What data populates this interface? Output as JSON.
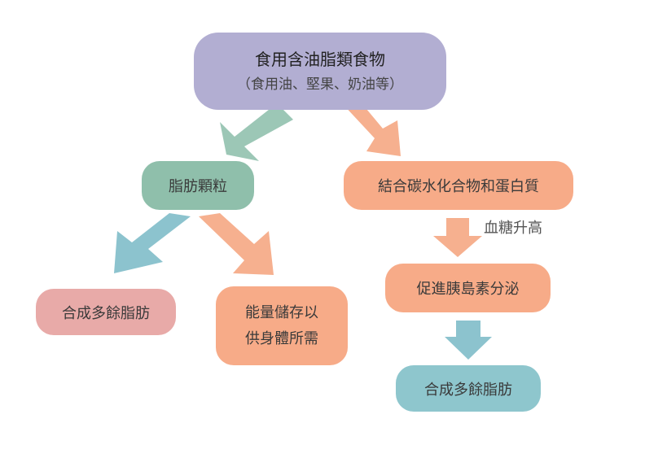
{
  "colors": {
    "top": "#b2aed2",
    "green": "#8fbfab",
    "orange": "#f7ab88",
    "pink": "#e8aaa8",
    "blue": "#8ec6cd",
    "arrow_green": "#9cc7b6",
    "arrow_orange": "#f6b08f",
    "arrow_blue": "#8cc3ce"
  },
  "nodes": {
    "top": {
      "line1": "食用含油脂類食物",
      "line2": "（食用油、堅果、奶油等）"
    },
    "particles": "脂肪顆粒",
    "combine": "結合碳水化合物和蛋白質",
    "fat_left": "合成多餘脂肪",
    "energy": {
      "line1": "能量儲存以",
      "line2": "供身體所需"
    },
    "insulin": "促進胰島素分泌",
    "fat_right": "合成多餘脂肪"
  },
  "labels": {
    "blood_sugar": "血糖升高"
  }
}
